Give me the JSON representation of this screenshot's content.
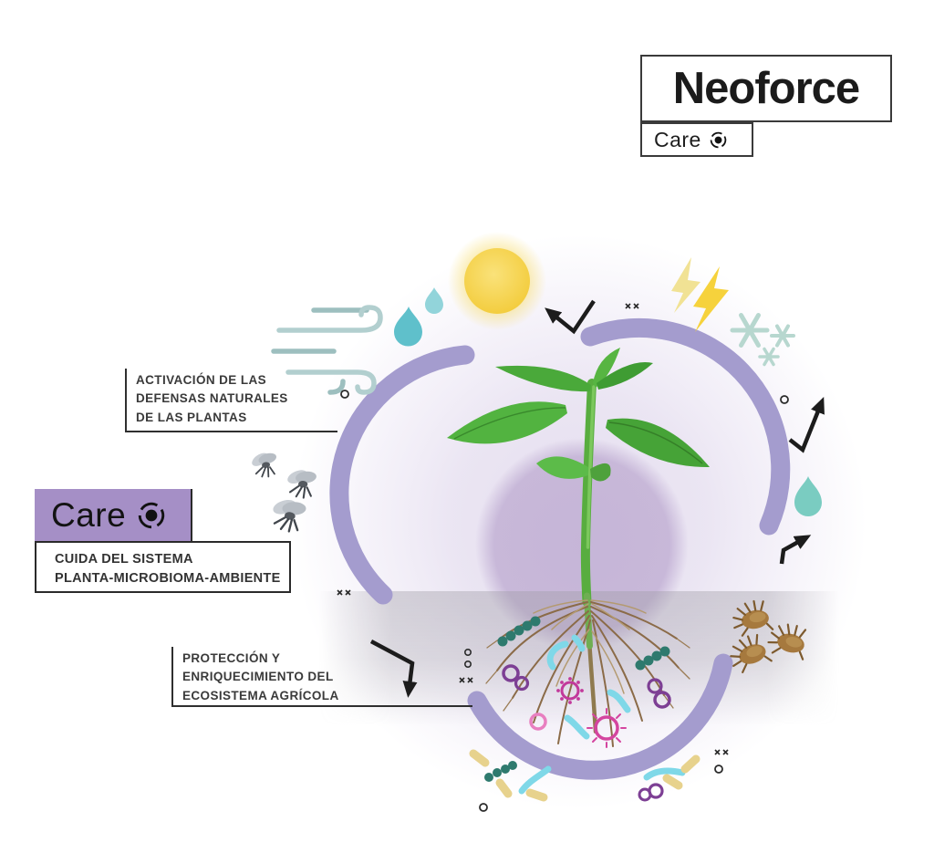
{
  "brand": {
    "name": "Neoforce",
    "product_line": "Care"
  },
  "care_badge": {
    "label": "Care"
  },
  "labels": {
    "activation": {
      "lines": [
        "ACTIVACIÓN DE LAS",
        "DEFENSAS NATURALES",
        "DE LAS PLANTAS"
      ]
    },
    "care_tagline": {
      "lines": [
        "CUIDA DEL SISTEMA",
        "PLANTA-MICROBIOMA-AMBIENTE"
      ]
    },
    "protection": {
      "lines": [
        "PROTECCIÓN Y",
        "ENRIQUECIMIENTO DEL",
        "ECOSISTEMA AGRÍCOLA"
      ]
    }
  },
  "icons": {
    "care_logo": "orbit-dot-icon",
    "environment": [
      "wind-icon",
      "rain-drops-icon",
      "sun-icon",
      "lightning-icon",
      "snowflakes-icon",
      "water-drop-icon"
    ],
    "pests": [
      "whiteflies-icon",
      "mites-icon"
    ],
    "soil_life": [
      "bacteria-chain-icon",
      "bacteria-rod-icon",
      "microbe-ring-icon",
      "virus-icon",
      "microbe-worm-icon"
    ],
    "flow": [
      "bent-arrow-icon"
    ]
  },
  "colors": {
    "accent_purple": "#a58fc6",
    "arc_purple": "#a49cce",
    "inner_circle_purple": "#c4b3d6",
    "glow_purple": "#d5cbe6",
    "leaf_green": "#4aa93a",
    "sun_yellow": "#f5d342",
    "drop_teal": "#5fc0cb",
    "snow_teal": "#b7d7cf",
    "mite_brown": "#a3793f",
    "microbe_pink": "#d4459f",
    "microbe_cyan": "#7fd8e8",
    "microbe_teal": "#2e7a6e",
    "microbe_purple": "#7d3f94",
    "rod_yellow": "#e7d28d",
    "ink": "#1d1d1d"
  }
}
